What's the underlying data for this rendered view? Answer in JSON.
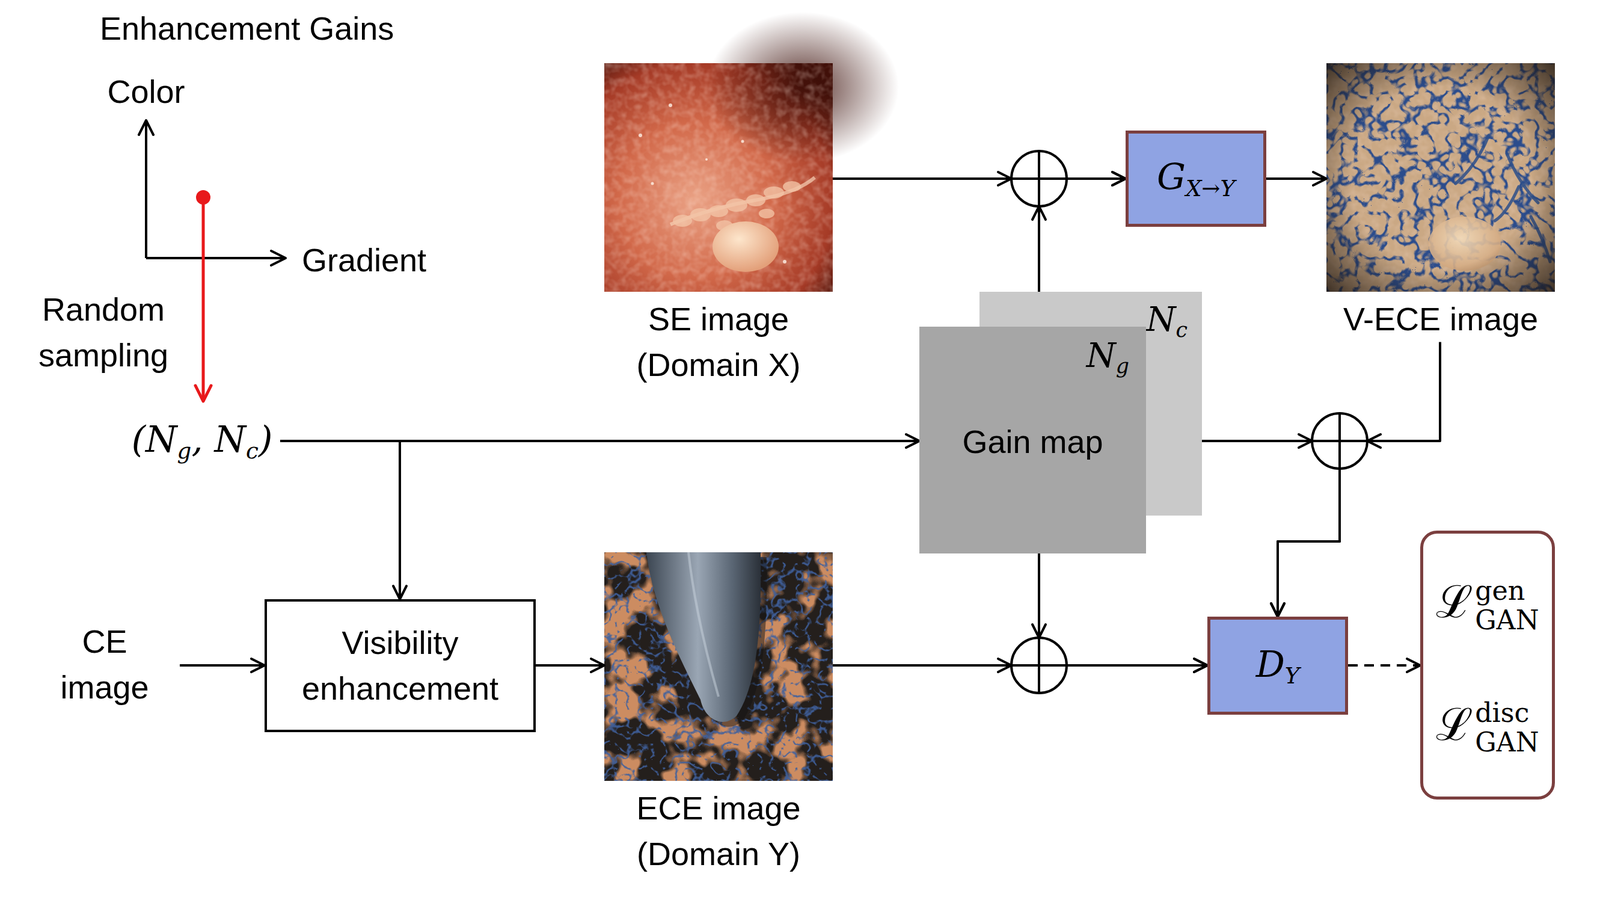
{
  "diagram": {
    "nodes": [
      {
        "text": [
          "SE image (Domain X)"
        ]
      },
      {
        "text": [
          "GX→Y"
        ]
      },
      {
        "text": [
          "V-ECE image"
        ]
      },
      {
        "text": [
          "Nc"
        ]
      },
      {
        "text": [
          "Ng",
          "Gain map"
        ]
      },
      {
        "text": [
          "(Ng, Nc)"
        ]
      },
      {
        "text": [
          "CE image"
        ]
      },
      {
        "text": [
          "Visibility enhancement"
        ]
      },
      {
        "text": [
          "ECE image (Domain Y)"
        ]
      },
      {
        "text": [
          "DY"
        ]
      },
      {
        "text": [
          "ℒGANgen",
          "ℒGANdisc"
        ]
      }
    ],
    "edges": [
      {
        "from": 0,
        "to": 1,
        "arrow": "to"
      },
      {
        "from": 4,
        "to": 1,
        "arrow": "to"
      },
      {
        "from": 1,
        "to": 2,
        "arrow": "to"
      },
      {
        "from": 2,
        "to": 9,
        "arrow": "to"
      },
      {
        "from": 4,
        "to": 9,
        "arrow": "to"
      },
      {
        "from": 5,
        "to": 4,
        "arrow": "to"
      },
      {
        "from": 5,
        "to": 7,
        "arrow": "to"
      },
      {
        "from": 6,
        "to": 7,
        "arrow": "to"
      },
      {
        "from": 7,
        "to": 8,
        "arrow": "to"
      },
      {
        "from": 8,
        "to": 9,
        "arrow": "to"
      },
      {
        "from": 4,
        "to": 9,
        "arrow": "to"
      },
      {
        "from": 9,
        "to": 10,
        "arrow": "to"
      }
    ],
    "labels": [
      "Enhancement Gains",
      "Color",
      "Gradient",
      "Random sampling"
    ]
  }
}
